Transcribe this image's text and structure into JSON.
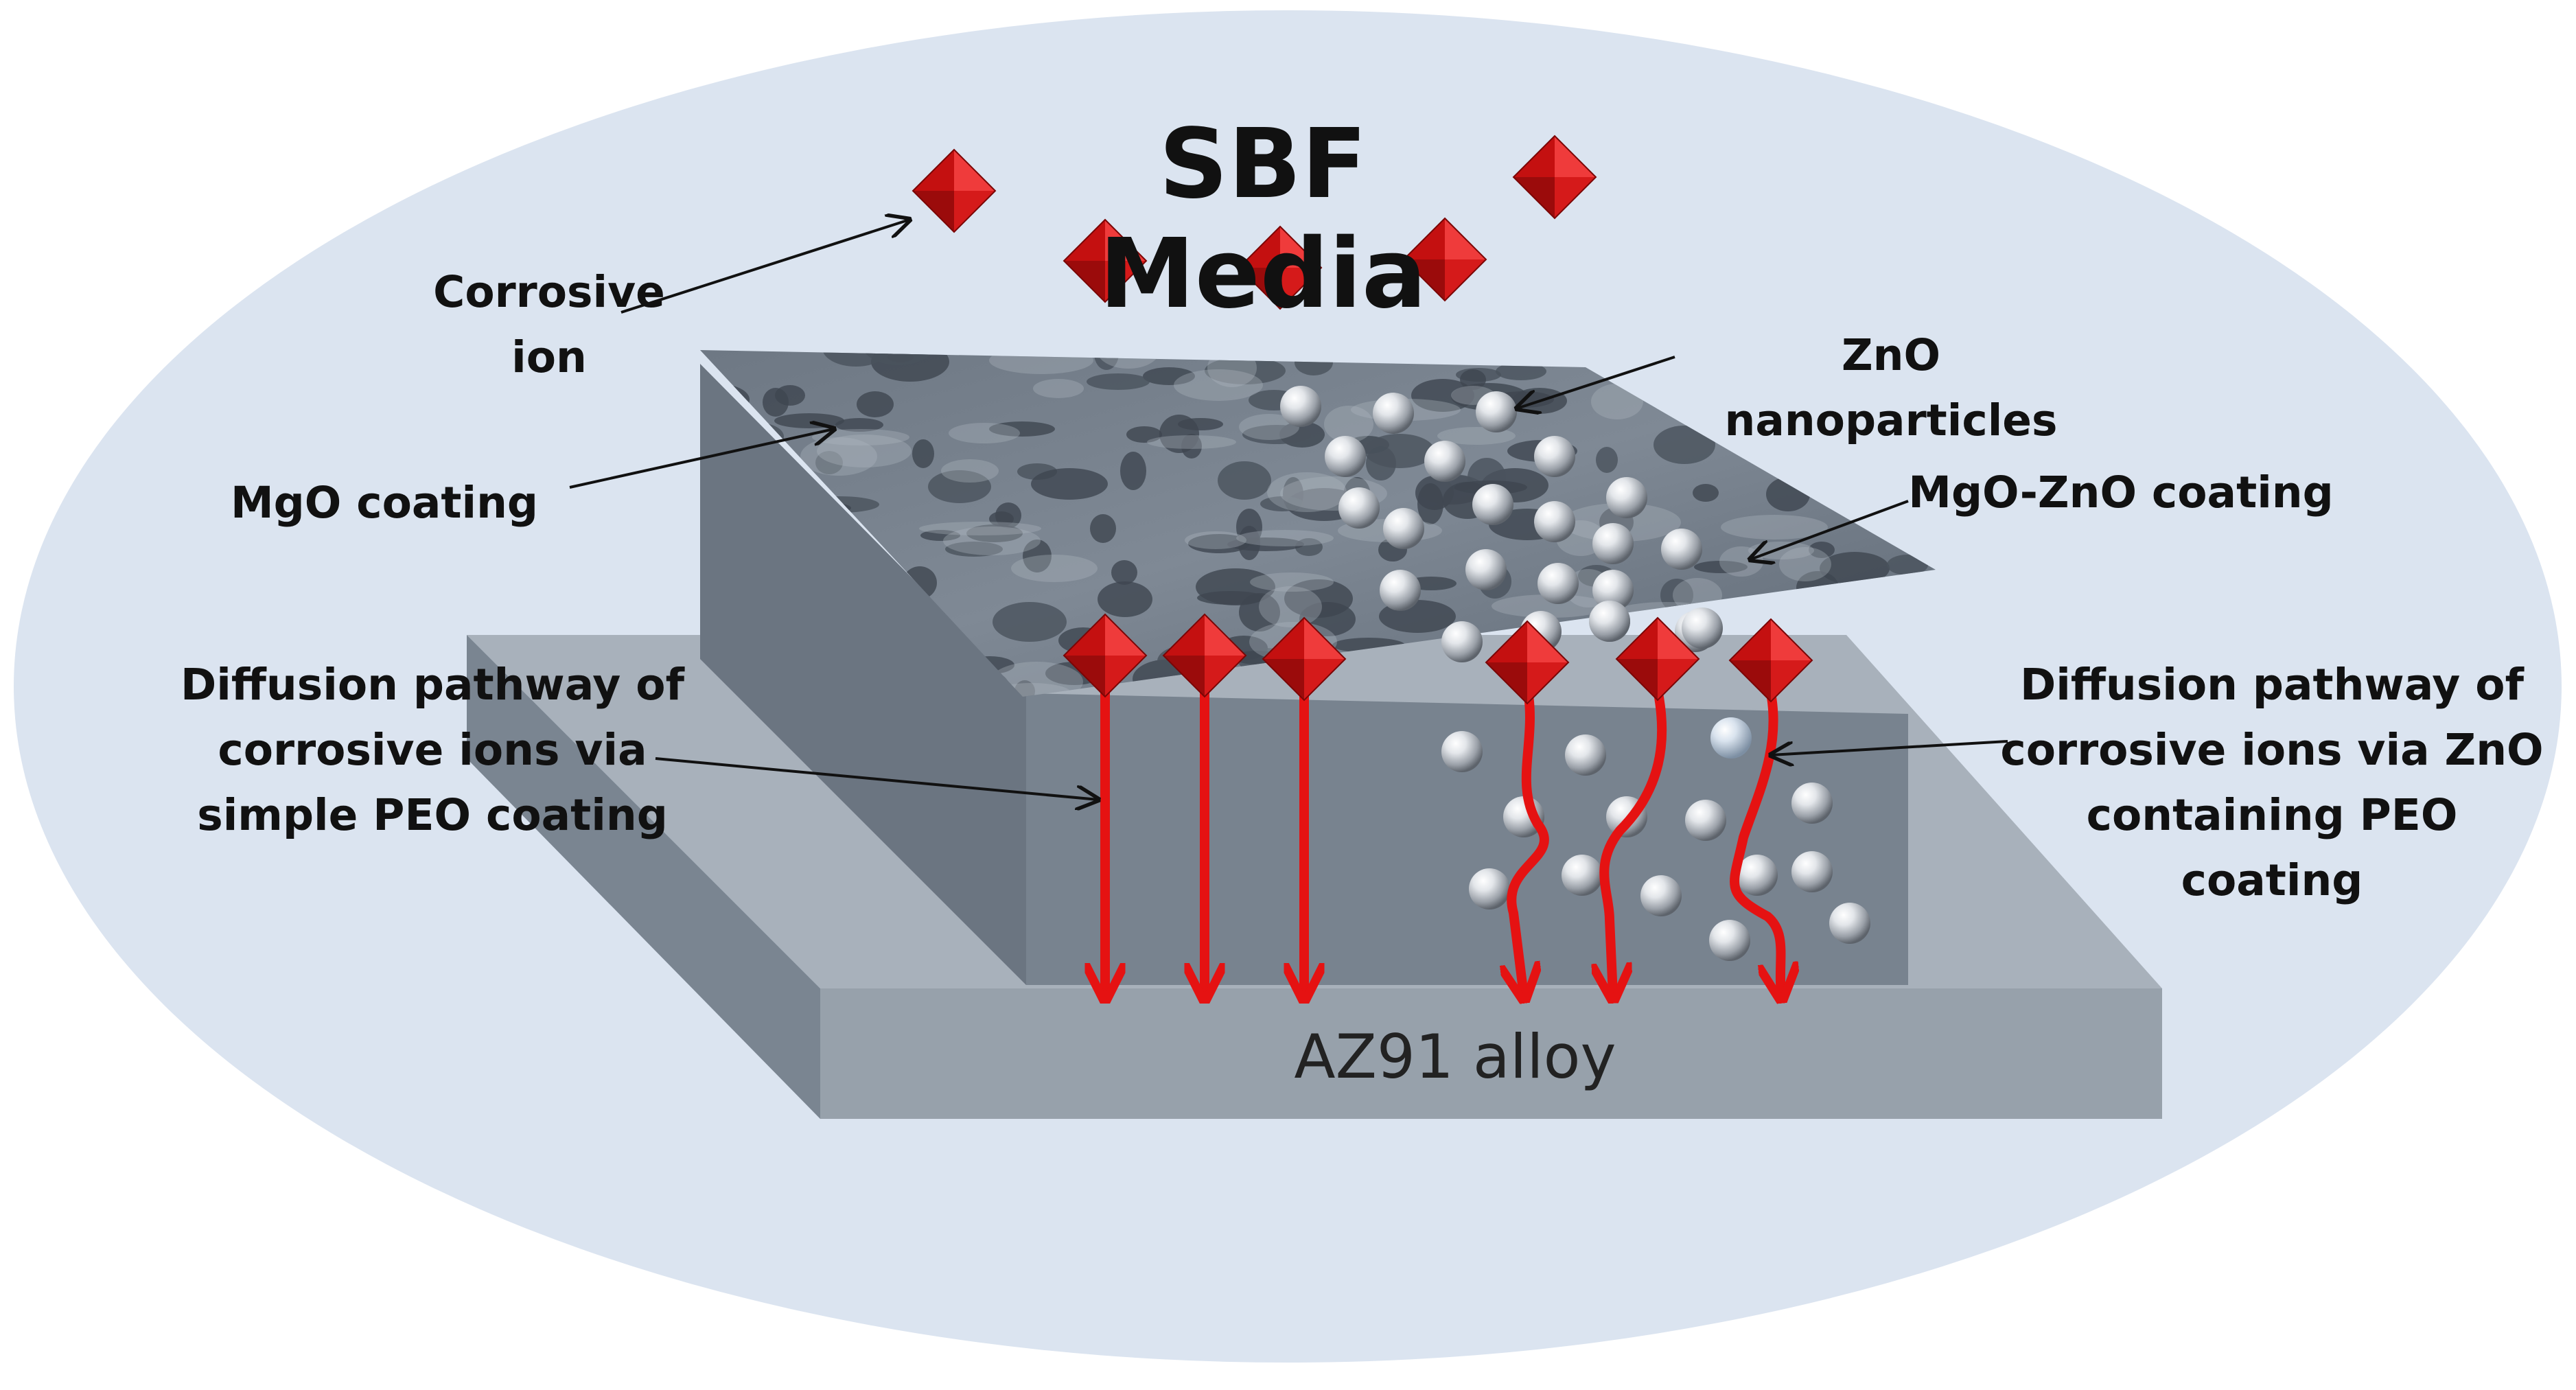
{
  "title": "SBF Media",
  "labels": {
    "corrosive_ion": "Corrosive\nion",
    "mgo_coating": "MgO coating",
    "zno_nanoparticles": "ZnO nanoparticles",
    "mgo_zno_coating": "MgO-ZnO coating",
    "diffusion_simple": "Diffusion pathway of\ncorrosive ions via\nsimple PEO coating",
    "diffusion_zno": "Diffusion pathway of\ncorrosive ions via ZnO\ncontaining PEO coating",
    "substrate": "AZ91 alloy"
  },
  "colors": {
    "background_ellipse": "#dbe4f0",
    "ion_red": "#d11414",
    "arrow_red": "#e51212",
    "substrate_front": "#9aa4ae",
    "substrate_top": "#aab3bd",
    "coating_side": "#6f7a86",
    "coating_front": "#7a8591"
  },
  "icons": {
    "corrosive_ion": "red-octahedron-icon",
    "nanoparticle": "silver-sphere-icon"
  }
}
